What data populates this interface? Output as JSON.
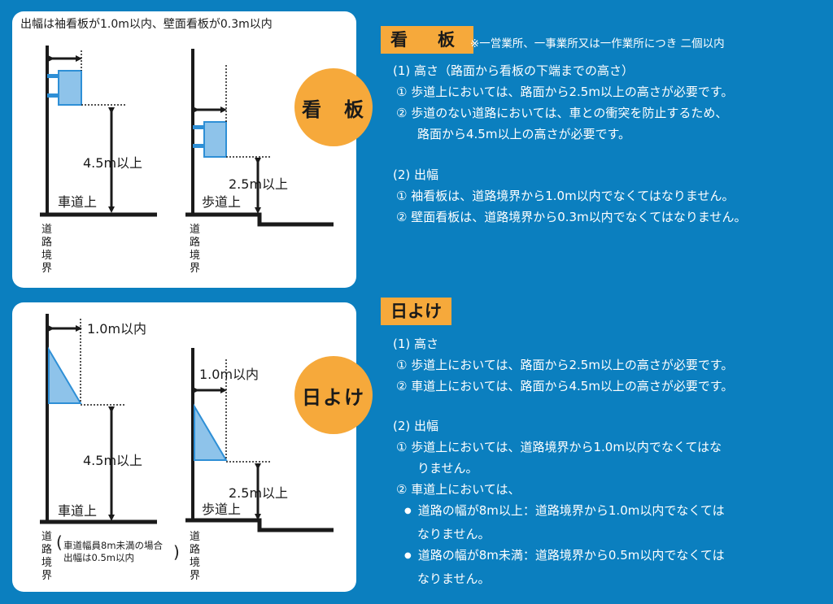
{
  "top_panel": {
    "caption": "出幅は袖看板が1.0m以内、壁面看板が0.3m以内",
    "left_height": "4.5m以上",
    "left_ground": "車道上",
    "right_height": "2.5m以上",
    "right_ground": "歩道上",
    "boundary_left": "道路境界",
    "boundary_right": "道路境界",
    "circle_label": "看　板"
  },
  "bottom_panel": {
    "left_width": "1.0m以内",
    "left_height": "4.5m以上",
    "left_ground": "車道上",
    "right_width": "1.0m以内",
    "right_height": "2.5m以上",
    "right_ground": "歩道上",
    "boundary_left": "道路境界",
    "boundary_right": "道路境界",
    "note_line1": "車道幅員8m未満の場合",
    "note_line2": "出幅は0.5m以内",
    "circle_label": "日よけ"
  },
  "kanban": {
    "title": "看　板",
    "note": "※一営業所、一事業所又は一作業所につき 二個以内",
    "height_head": "(1) 高さ（路面から看板の下端までの高さ）",
    "height_1": "① 歩道上においては、路面から2.5m以上の高さが必要です。",
    "height_2a": "② 歩道のない道路においては、車との衝突を防止するため、",
    "height_2b": "路面から4.5m以上の高さが必要です。",
    "width_head": "(2) 出幅",
    "width_1": "① 袖看板は、道路境界から1.0m以内でなくてはなりません。",
    "width_2": "② 壁面看板は、道路境界から0.3m以内でなくてはなりません。"
  },
  "hiyoke": {
    "title": "日よけ",
    "height_head": "(1) 高さ",
    "height_1": "① 歩道上においては、路面から2.5m以上の高さが必要です。",
    "height_2": "② 車道上においては、路面から4.5m以上の高さが必要です。",
    "width_head": "(2) 出幅",
    "width_1a": "① 歩道上においては、道路境界から1.0m以内でなくてはな",
    "width_1b": "りません。",
    "width_2": "② 車道上においては、",
    "bullet_1a": "道路の幅が8m以上：道路境界から1.0m以内でなくては",
    "bullet_1b": "なりません。",
    "bullet_2a": "道路の幅が8m未満：道路境界から0.5m以内でなくては",
    "bullet_2b": "なりません。"
  },
  "colors": {
    "background": "#0b7fbf",
    "accent": "#f6a93b",
    "sign_fill": "#8ec3ea"
  }
}
